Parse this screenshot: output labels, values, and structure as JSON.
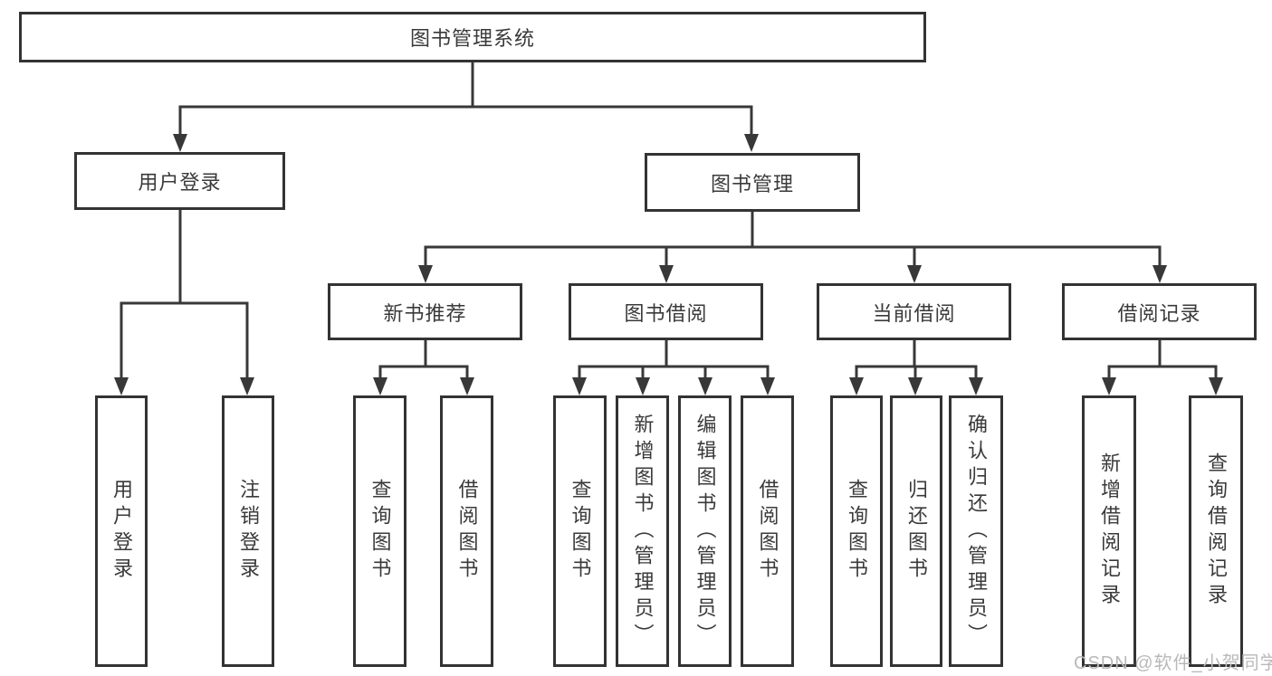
{
  "diagram_type": "hierarchy-chart",
  "root": {
    "label": "图书管理系统"
  },
  "branches": [
    {
      "label": "用户登录",
      "children": [
        {
          "label": "用户登录"
        },
        {
          "label": "注销登录"
        }
      ]
    },
    {
      "label": "图书管理",
      "children": [
        {
          "label": "新书推荐",
          "children": [
            {
              "label": "查询图书"
            },
            {
              "label": "借阅图书"
            }
          ]
        },
        {
          "label": "图书借阅",
          "children": [
            {
              "label": "查询图书"
            },
            {
              "label": "新增图书（管理员）"
            },
            {
              "label": "编辑图书（管理员）"
            },
            {
              "label": "借阅图书"
            }
          ]
        },
        {
          "label": "当前借阅",
          "children": [
            {
              "label": "查询图书"
            },
            {
              "label": "归还图书"
            },
            {
              "label": "确认归还（管理员）"
            }
          ]
        },
        {
          "label": "借阅记录",
          "children": [
            {
              "label": "新增借阅记录"
            },
            {
              "label": "查询借阅记录"
            }
          ]
        }
      ]
    }
  ],
  "watermark": {
    "text": "CSDN @软件_小贺同学"
  },
  "colors": {
    "background": "#ffffff",
    "line": "#383838",
    "border": "#333333",
    "text": "#3a3a3a",
    "watermark": "#b9b9b9"
  }
}
